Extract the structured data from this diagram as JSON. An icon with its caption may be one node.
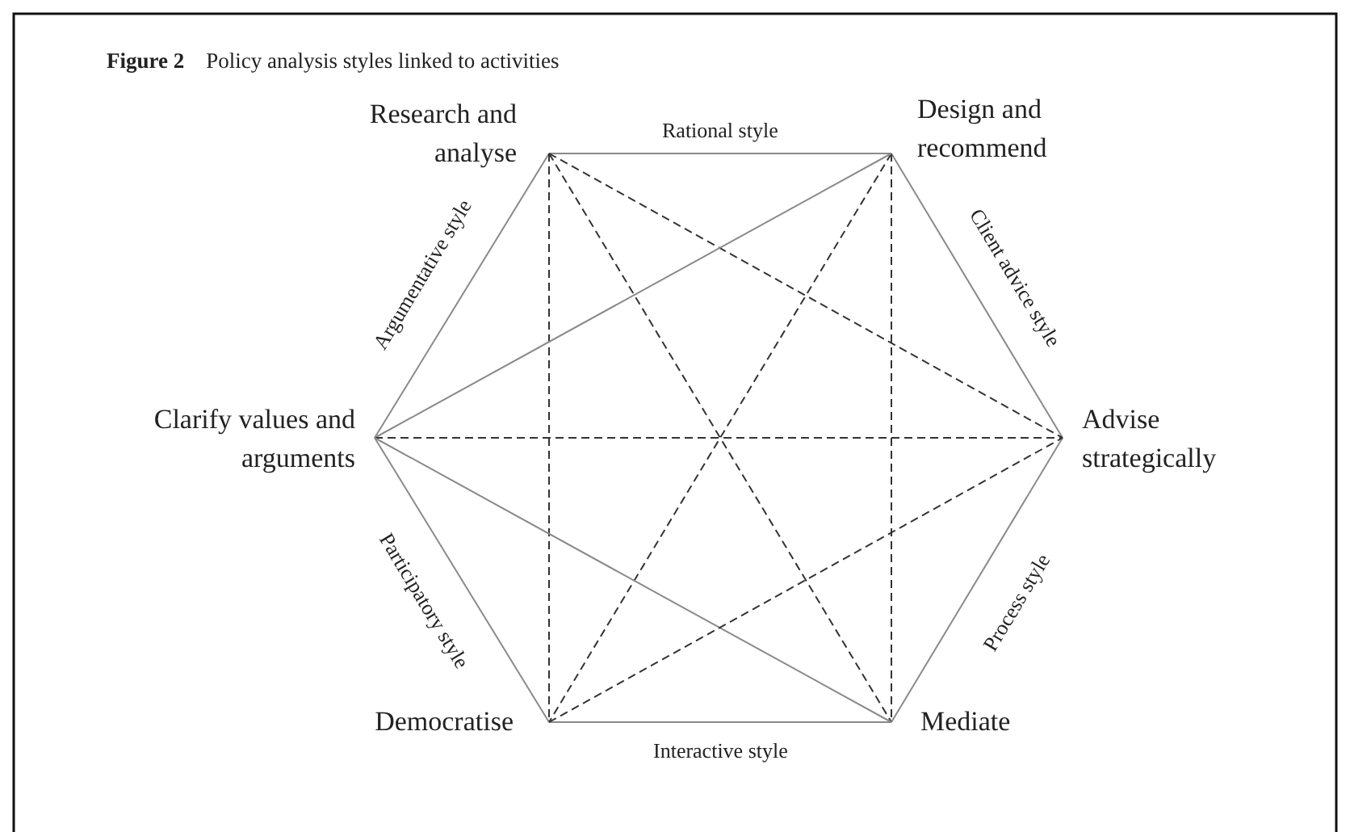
{
  "diagram": {
    "title": "**Figure 2**    Policy analysis styles linked to activities",
    "nodes": [
      {
        "text": [
          "Research and analyse"
        ]
      },
      {
        "text": [
          "Design and recommend"
        ]
      },
      {
        "text": [
          "Advise strategically"
        ]
      },
      {
        "text": [
          "Mediate"
        ]
      },
      {
        "text": [
          "Democratise"
        ]
      },
      {
        "text": [
          "Clarify values and arguments"
        ]
      }
    ],
    "edges": [
      {
        "from": 0,
        "to": 1,
        "arrow": "none",
        "label": "Rational style"
      },
      {
        "from": 1,
        "to": 2,
        "arrow": "none",
        "label": "Client advice style"
      },
      {
        "from": 2,
        "to": 3,
        "arrow": "none",
        "label": "Process style"
      },
      {
        "from": 3,
        "to": 4,
        "arrow": "none",
        "label": "Interactive style"
      },
      {
        "from": 4,
        "to": 5,
        "arrow": "none",
        "label": "Participatory style"
      },
      {
        "from": 5,
        "to": 0,
        "arrow": "none",
        "label": "Argumentative style"
      },
      {
        "from": 0,
        "to": 4,
        "arrow": "none",
        "style": "dashed"
      },
      {
        "from": 0,
        "to": 3,
        "arrow": "none",
        "style": "dashed"
      },
      {
        "from": 0,
        "to": 2,
        "arrow": "none",
        "style": "dashed"
      },
      {
        "from": 1,
        "to": 4,
        "arrow": "none",
        "style": "dashed"
      },
      {
        "from": 1,
        "to": 3,
        "arrow": "none",
        "style": "dashed"
      },
      {
        "from": 1,
        "to": 5,
        "arrow": "none"
      },
      {
        "from": 5,
        "to": 2,
        "arrow": "none",
        "style": "dashed"
      },
      {
        "from": 5,
        "to": 3,
        "arrow": "none"
      },
      {
        "from": 4,
        "to": 2,
        "arrow": "none",
        "style": "dashed"
      }
    ]
  }
}
